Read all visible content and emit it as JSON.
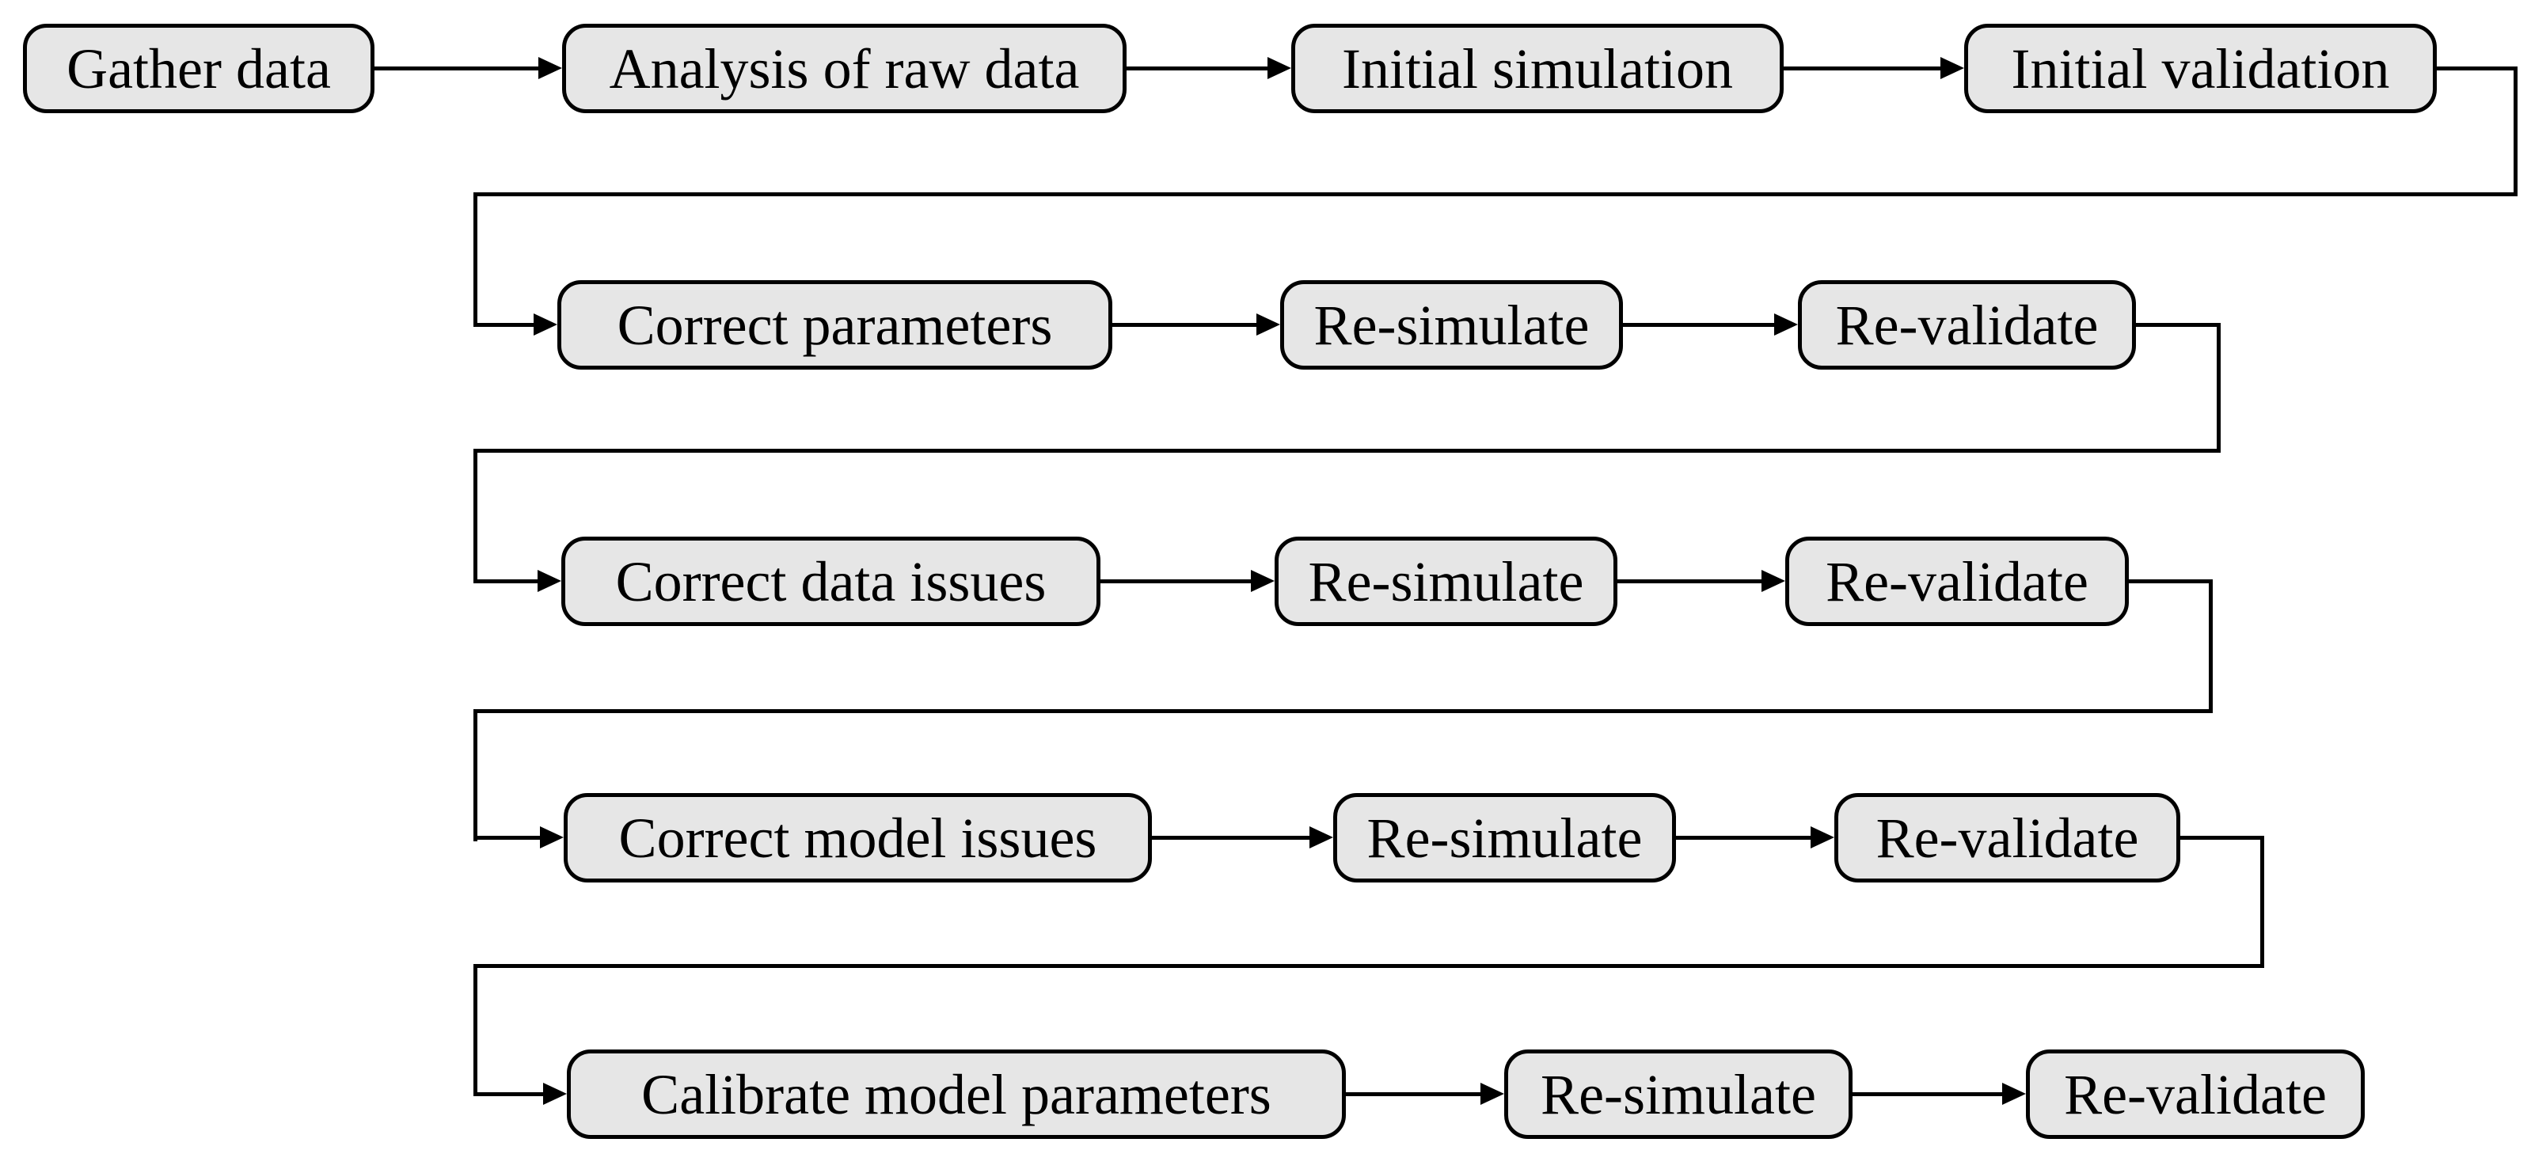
{
  "diagram": {
    "type": "flowchart",
    "colors": {
      "background": "#ffffff",
      "node_fill": "#e6e6e6",
      "node_border": "#000000",
      "connector": "#000000",
      "text": "#000000"
    },
    "rows": [
      {
        "nodes": [
          {
            "label": "Gather data"
          },
          {
            "label": "Analysis of raw data"
          },
          {
            "label": "Initial simulation"
          },
          {
            "label": "Initial validation"
          }
        ]
      },
      {
        "nodes": [
          {
            "label": "Correct parameters"
          },
          {
            "label": "Re-simulate"
          },
          {
            "label": "Re-validate"
          }
        ]
      },
      {
        "nodes": [
          {
            "label": "Correct data issues"
          },
          {
            "label": "Re-simulate"
          },
          {
            "label": "Re-validate"
          }
        ]
      },
      {
        "nodes": [
          {
            "label": "Correct model issues"
          },
          {
            "label": "Re-simulate"
          },
          {
            "label": "Re-validate"
          }
        ]
      },
      {
        "nodes": [
          {
            "label": "Calibrate model parameters"
          },
          {
            "label": "Re-simulate"
          },
          {
            "label": "Re-validate"
          }
        ]
      }
    ],
    "edges": [
      {
        "from": "Gather data",
        "to": "Analysis of raw data"
      },
      {
        "from": "Analysis of raw data",
        "to": "Initial simulation"
      },
      {
        "from": "Initial simulation",
        "to": "Initial validation"
      },
      {
        "from": "Initial validation",
        "to": "Correct parameters"
      },
      {
        "from": "Correct parameters",
        "to": "Re-simulate (row 2)"
      },
      {
        "from": "Re-simulate (row 2)",
        "to": "Re-validate (row 2)"
      },
      {
        "from": "Re-validate (row 2)",
        "to": "Correct data issues"
      },
      {
        "from": "Correct data issues",
        "to": "Re-simulate (row 3)"
      },
      {
        "from": "Re-simulate (row 3)",
        "to": "Re-validate (row 3)"
      },
      {
        "from": "Re-validate (row 3)",
        "to": "Correct model issues"
      },
      {
        "from": "Correct model issues",
        "to": "Re-simulate (row 4)"
      },
      {
        "from": "Re-simulate (row 4)",
        "to": "Re-validate (row 4)"
      },
      {
        "from": "Re-validate (row 4)",
        "to": "Calibrate model parameters"
      },
      {
        "from": "Calibrate model parameters",
        "to": "Re-simulate (row 5)"
      },
      {
        "from": "Re-simulate (row 5)",
        "to": "Re-validate (row 5)"
      }
    ]
  }
}
